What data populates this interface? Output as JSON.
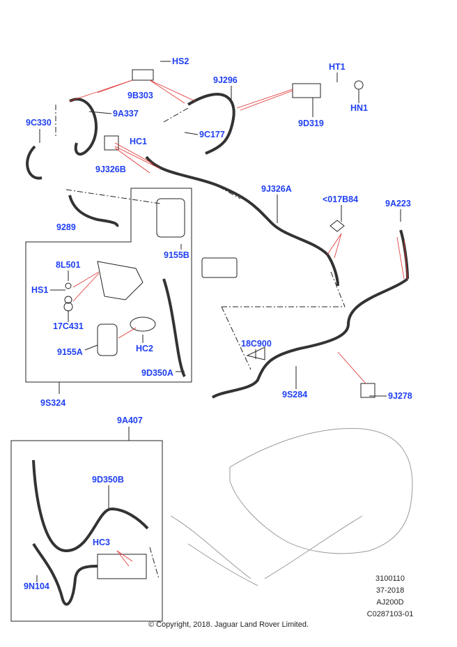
{
  "callouts": {
    "HS2": "HS2",
    "9J296": "9J296",
    "HT1": "HT1",
    "9B303": "9B303",
    "9A337": "9A337",
    "9C330": "9C330",
    "HN1": "HN1",
    "9D319": "9D319",
    "9C177": "9C177",
    "HC1": "HC1",
    "9J326B": "9J326B",
    "9J326A": "9J326A",
    "017B84": "<017B84",
    "9A223": "9A223",
    "9289": "9289",
    "9155B": "9155B",
    "8L501": "8L501",
    "HS1": "HS1",
    "17C431": "17C431",
    "9155A": "9155A",
    "HC2": "HC2",
    "9D350A": "9D350A",
    "18C900": "18C900",
    "9S284": "9S284",
    "9J278": "9J278",
    "9S324": "9S324",
    "9A407": "9A407",
    "9D350B": "9D350B",
    "HC3": "HC3",
    "9N104": "9N104"
  },
  "reference_codes": [
    "3100110",
    "37-2018",
    "AJ200D",
    "C0287103-01"
  ],
  "copyright": "© Copyright, 2018. Jaguar Land Rover Limited.",
  "colors": {
    "callout": "#1f3ff2",
    "leader_red": "#e03030",
    "line": "#222222"
  }
}
